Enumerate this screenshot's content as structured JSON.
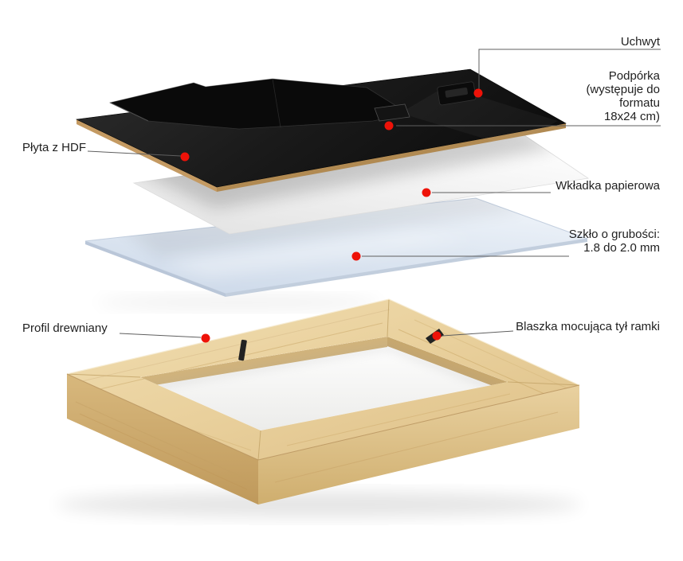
{
  "diagram": {
    "title": "Exploded view of wooden picture frame",
    "labels": {
      "uchwyt": "Uchwyt",
      "podporka": "Podpórka\n(występuje do\nformatu\n18x24 cm)",
      "plyta": "Płyta z HDF",
      "wkladka": "Wkładka papierowa",
      "szklo": "Szkło o grubości:\n1.8 do 2.0 mm",
      "profil": "Profil drewniany",
      "blaszka": "Blaszka mocująca tył ramki"
    }
  },
  "colors": {
    "marker": "#ee1208",
    "line": "#5f5f5f",
    "label": "#1f1f1f",
    "background": "#ffffff"
  }
}
